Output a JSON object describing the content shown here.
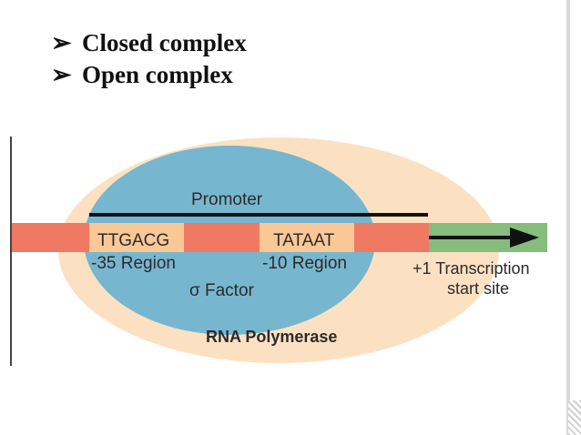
{
  "bullets": [
    {
      "icon": "arrowhead-bullet-icon",
      "glyph": "➢",
      "text": "Closed complex"
    },
    {
      "icon": "arrowhead-bullet-icon",
      "glyph": "➢",
      "text": "Open complex"
    }
  ],
  "diagram": {
    "promoter_label": "Promoter",
    "box35_sequence": "TTGACG",
    "box10_sequence": "TATAAT",
    "region35_label": "-35 Region",
    "region10_label": "-10 Region",
    "sigma_label": "σ Factor",
    "tss_line1": "+1 Transcription",
    "tss_line2": "start site",
    "polymerase_label": "RNA Polymerase",
    "colors": {
      "polymerase": "#fbe1c2",
      "sigma": "#77b6cf",
      "dna_red": "#ef7963",
      "consensus_box": "#f9c896",
      "transcribed_green": "#86bd7c",
      "line": "#111111"
    }
  }
}
